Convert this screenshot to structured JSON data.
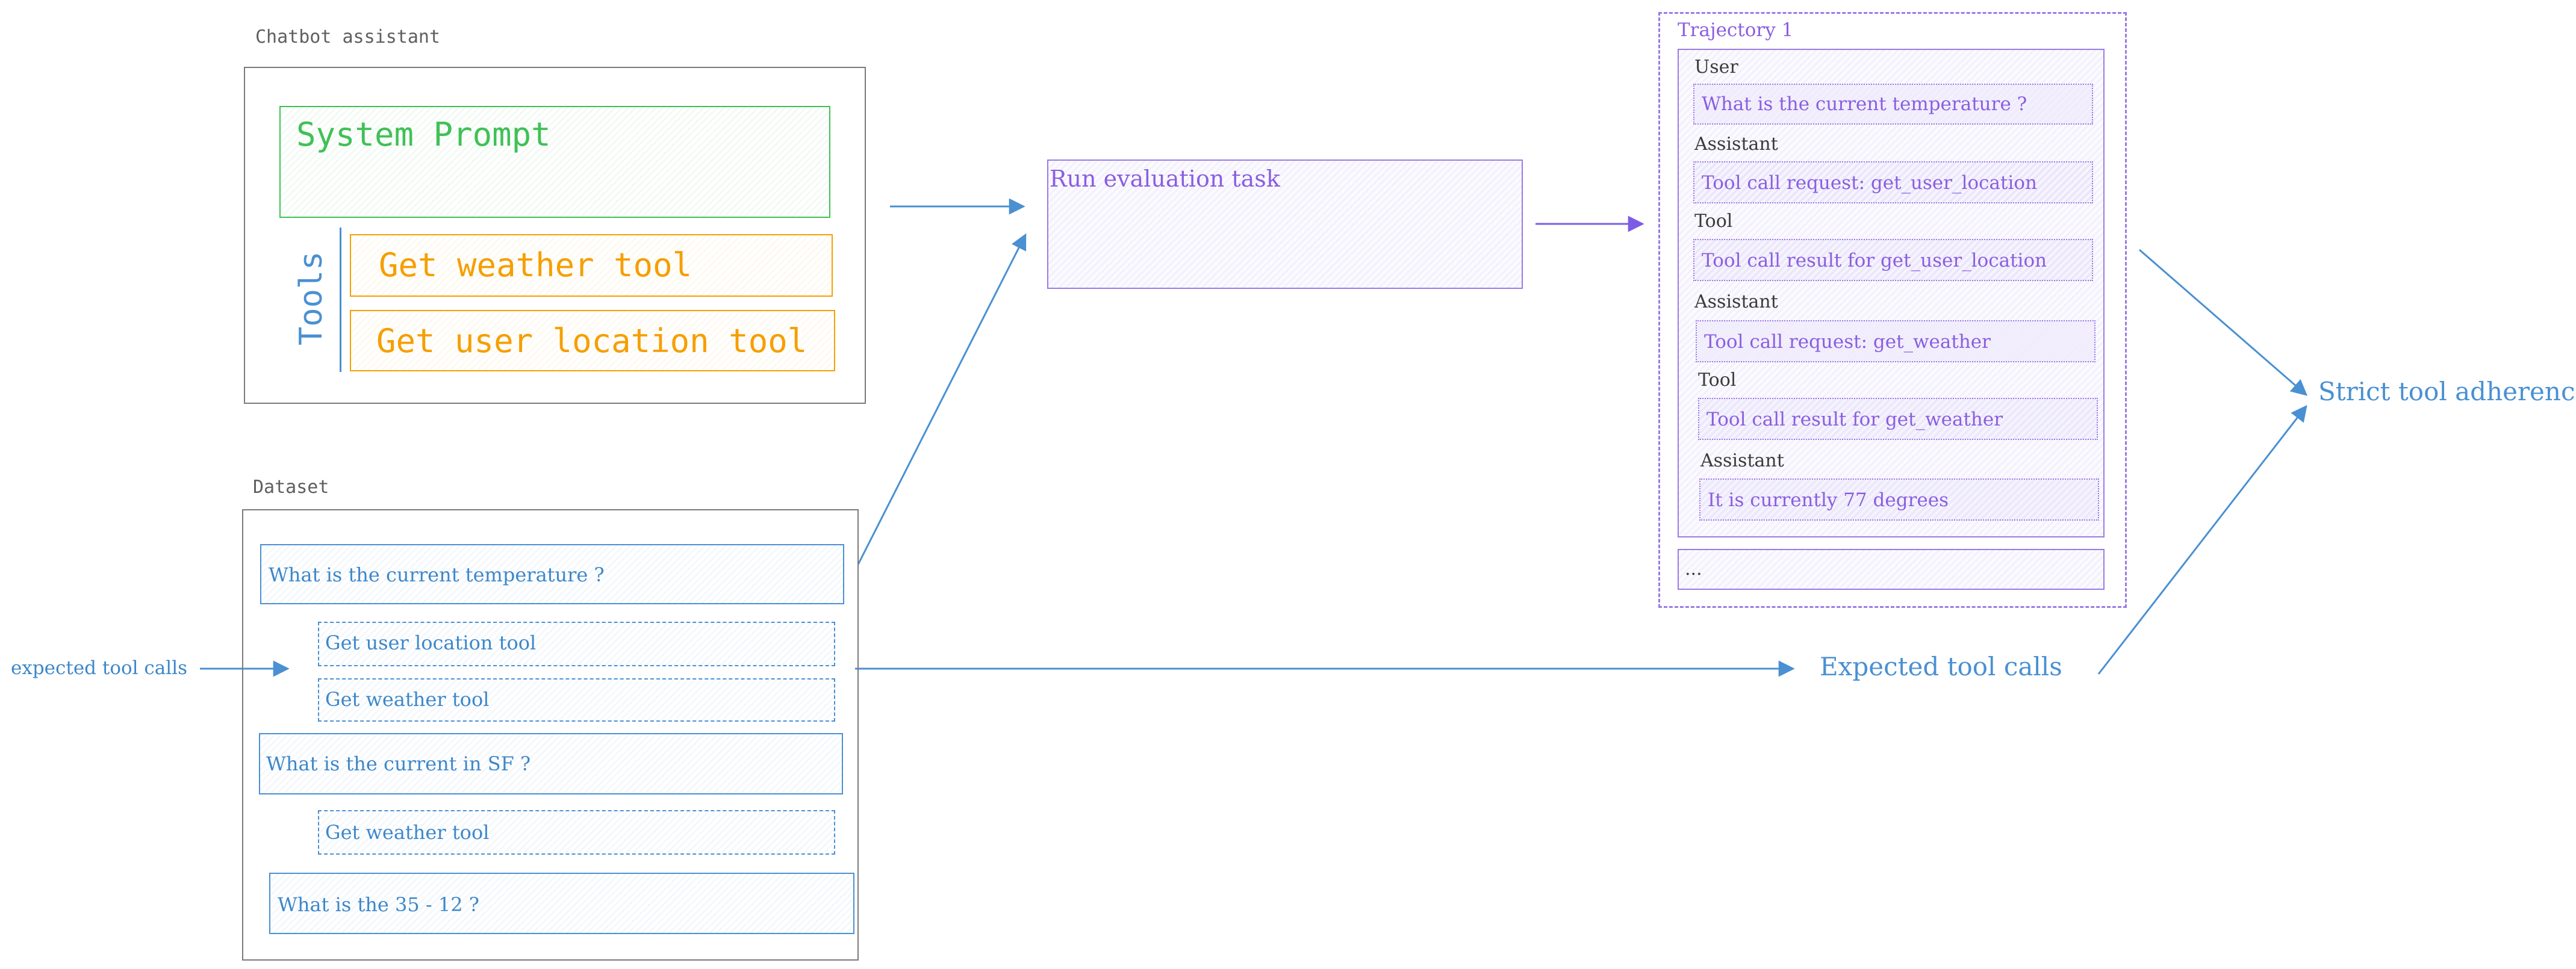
{
  "chatbot": {
    "label": "Chatbot assistant",
    "system_prompt": "System Prompt",
    "tools_label": "Tools",
    "tools": [
      "Get weather tool",
      "Get user location tool"
    ]
  },
  "dataset": {
    "label": "Dataset",
    "questions": [
      "What is the current temperature ?",
      "What is the current in SF ?",
      "What is the 35 - 12 ?"
    ],
    "expected_tools": [
      "Get user location tool",
      "Get weather tool",
      "Get weather tool"
    ]
  },
  "side_label": "expected tool calls",
  "run_task": "Run evaluation task",
  "trajectory": {
    "title": "Trajectory 1",
    "steps": [
      {
        "role": "User",
        "text": "What is the current temperature ?"
      },
      {
        "role": "Assistant",
        "text": "Tool call request: get_user_location"
      },
      {
        "role": "Tool",
        "text": "Tool call result for get_user_location"
      },
      {
        "role": "Assistant",
        "text": "Tool call request: get_weather"
      },
      {
        "role": "Tool",
        "text": "Tool call result for get_weather"
      },
      {
        "role": "Assistant",
        "text": "It is currently 77 degrees"
      }
    ],
    "more": "..."
  },
  "expected_tool_calls": "Expected tool calls",
  "strict_adherence": "Strict tool adherence",
  "colors": {
    "blue": "#4a90d2",
    "green": "#40c057",
    "orange": "#f59f00",
    "purple": "#7c5ce6",
    "gray": "#5f5f5f"
  }
}
